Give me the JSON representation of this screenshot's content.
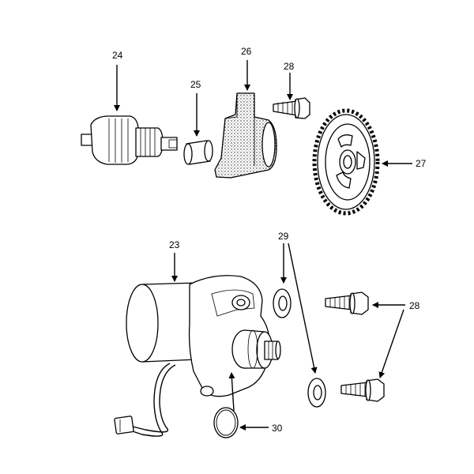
{
  "callouts": {
    "c23": "23",
    "c24": "24",
    "c25": "25",
    "c26": "26",
    "c27": "27",
    "c28a": "28",
    "c28b": "28",
    "c29": "29",
    "c30": "30"
  }
}
